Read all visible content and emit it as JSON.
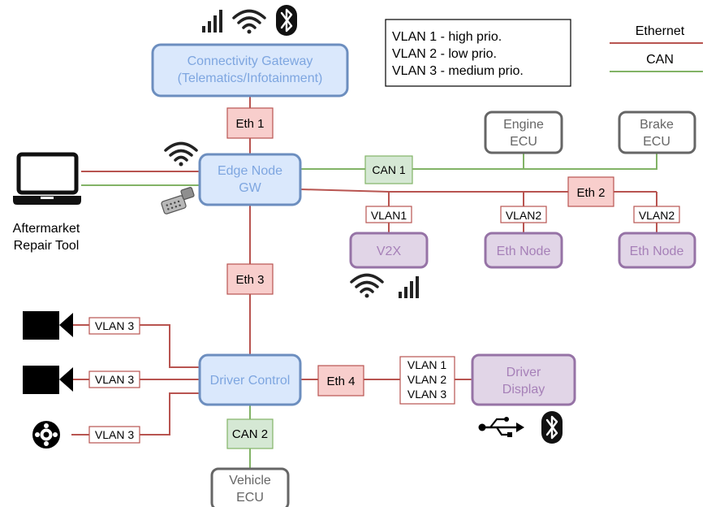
{
  "legend": {
    "vlan_lines": [
      "VLAN 1 - high prio.",
      "VLAN 2 - low prio.",
      "VLAN 3 - medium prio."
    ],
    "ethernet_label": "Ethernet",
    "can_label": "CAN"
  },
  "nodes": {
    "gateway": [
      "Connectivity Gateway",
      "(Telematics/Infotainment)"
    ],
    "edge": [
      "Edge Node",
      "GW"
    ],
    "engine": [
      "Engine",
      "ECU"
    ],
    "brake": [
      "Brake",
      "ECU"
    ],
    "v2x": "V2X",
    "eth_node_1": "Eth Node",
    "eth_node_2": "Eth Node",
    "driver_control": "Driver Control",
    "driver_display": [
      "Driver",
      "Display"
    ],
    "vehicle_ecu": [
      "Vehicle",
      "ECU"
    ],
    "repair_tool": [
      "Aftermarket",
      "Repair Tool"
    ]
  },
  "link_labels": {
    "eth1": "Eth 1",
    "eth2": "Eth 2",
    "eth3": "Eth 3",
    "eth4": "Eth 4",
    "can1": "CAN 1",
    "can2": "CAN 2",
    "vlan_v2x": "VLAN1",
    "vlan_eth1": "VLAN2",
    "vlan_eth2": "VLAN2",
    "vlan_cam1": "VLAN 3",
    "vlan_cam2": "VLAN 3",
    "vlan_wheel": "VLAN 3",
    "vlan_display": [
      "VLAN 1",
      "VLAN 2",
      "VLAN 3"
    ]
  },
  "colors": {
    "ethernet": "#b85450",
    "can": "#82b366",
    "blue_fill": "#dae8fc",
    "blue_stroke": "#6c8ebf",
    "blue_text": "#7ea6e0",
    "purple_fill": "#e1d5e7",
    "purple_stroke": "#9673a6",
    "purple_text": "#a680b8",
    "gray_stroke": "#666666",
    "eth_label_fill": "#f8cecc",
    "can_label_fill": "#d5e8d4"
  },
  "icons": [
    "signal-bars-icon",
    "wifi-icon",
    "bluetooth-icon",
    "laptop-icon",
    "obd-connector-icon",
    "camera-icon",
    "steering-wheel-icon",
    "usb-icon"
  ]
}
